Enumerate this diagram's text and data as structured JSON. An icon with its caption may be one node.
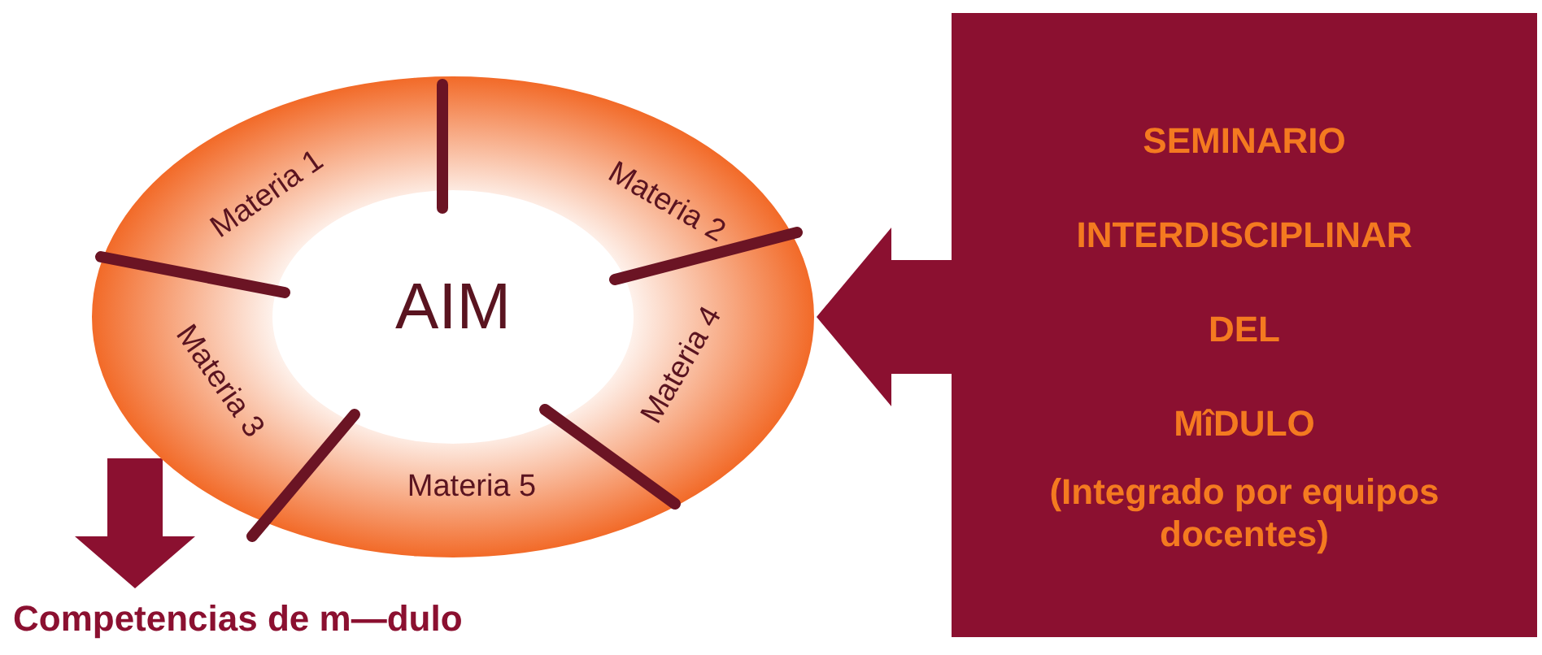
{
  "diagram": {
    "nodes": [
      {
        "text": [
          "AIM"
        ]
      },
      {
        "text": [
          "Materia 1"
        ],
        "in": 0
      },
      {
        "text": [
          "Materia 2"
        ],
        "in": 0
      },
      {
        "text": [
          "Materia 4"
        ],
        "in": 0
      },
      {
        "text": [
          "Materia 5"
        ],
        "in": 0
      },
      {
        "text": [
          "Materia 3"
        ],
        "in": 0
      },
      {
        "text": [
          "SEMINARIO INTERDISCIPLINAR DEL MîDULO",
          "(Integrado por equipos docentes)"
        ]
      },
      {
        "text": [
          "Competencias de m—dulo"
        ]
      }
    ],
    "edges": [
      {
        "from": 6,
        "to": 0,
        "arrow": "to"
      },
      {
        "from": 0,
        "to": 7,
        "arrow": "to"
      }
    ]
  }
}
